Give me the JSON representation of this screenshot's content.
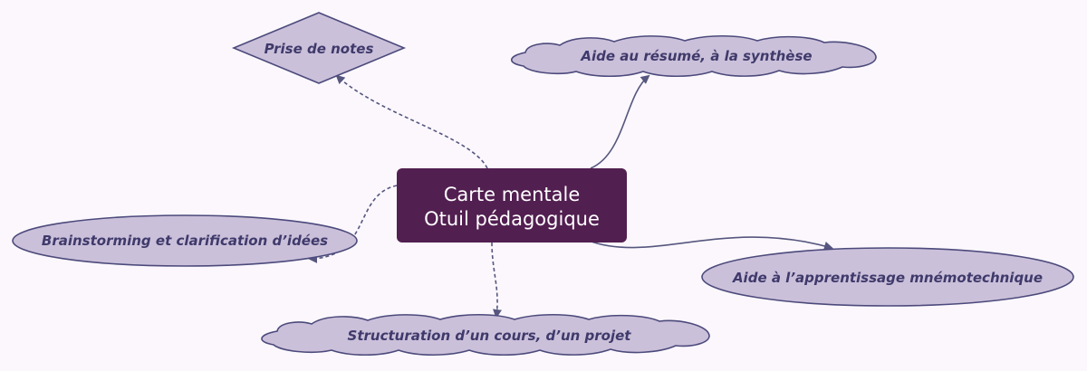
{
  "center": {
    "line1": "Carte mentale",
    "line2": "Otuil pédagogique"
  },
  "nodes": {
    "prise_de_notes": "Prise de notes",
    "aide_resume": "Aide au résumé, à la synthèse",
    "brainstorming": "Brainstorming et clarification d’idées",
    "apprentissage": "Aide à l’apprentissage mnémotechnique",
    "structuration": "Structuration d’un cours, d’un projet"
  },
  "colors": {
    "background": "#fbf7fc",
    "center_fill": "#521f51",
    "node_fill": "#cbc0da",
    "node_stroke": "#4c4a7c",
    "text": "#3f3a6b"
  }
}
